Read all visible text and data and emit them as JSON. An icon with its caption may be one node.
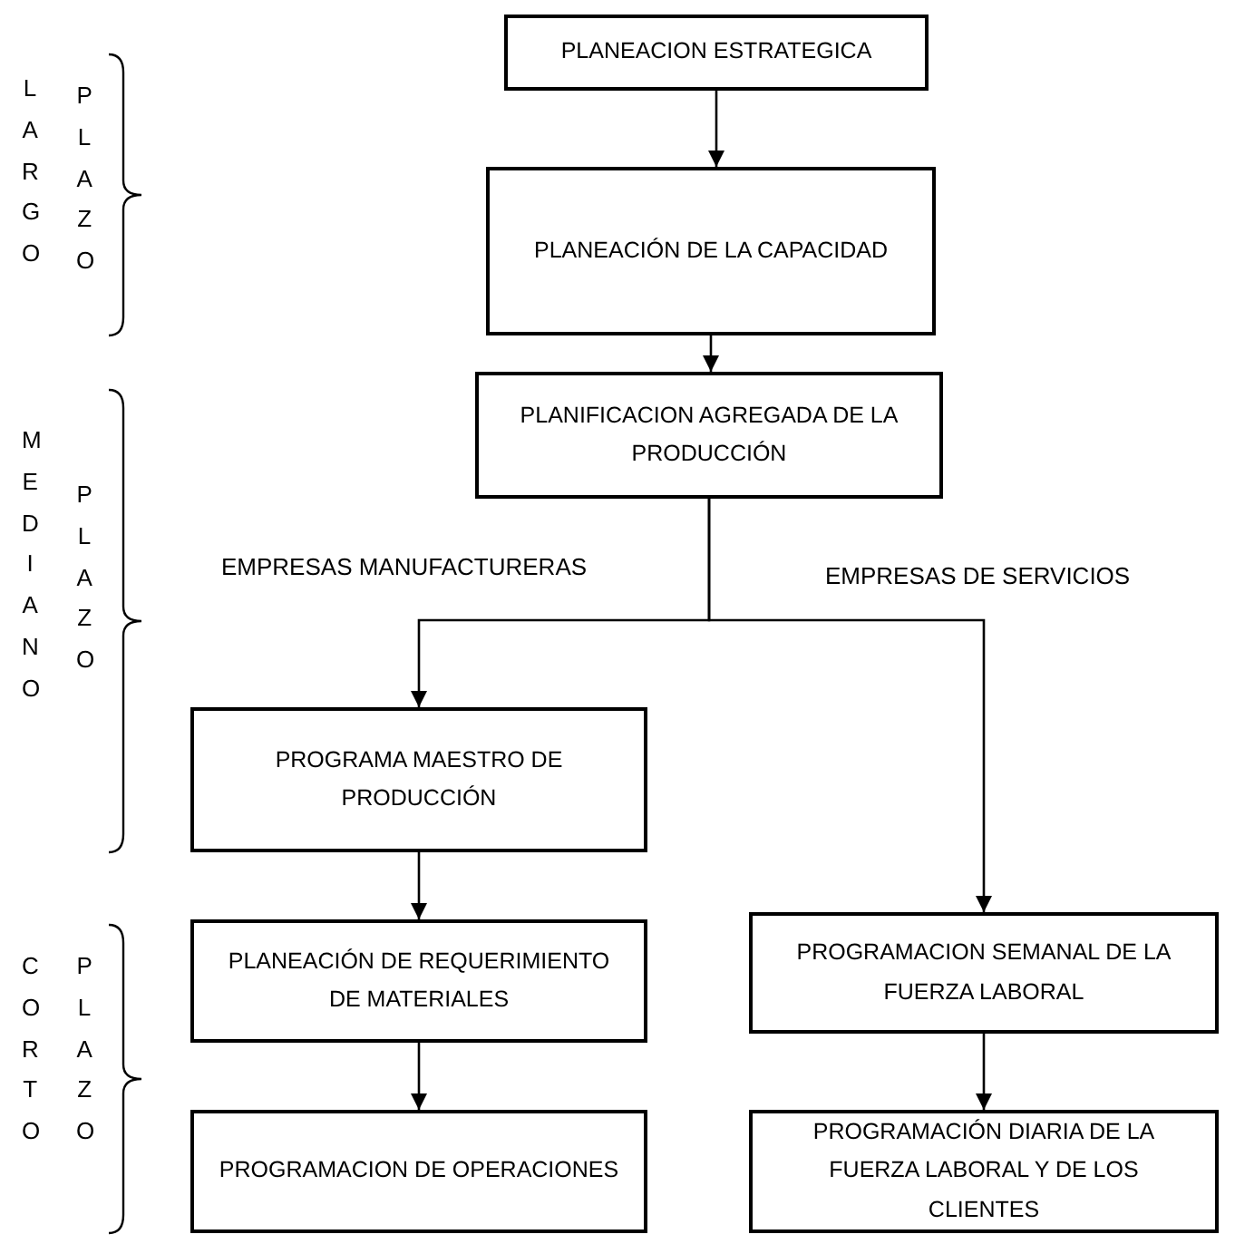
{
  "diagram": {
    "nodes": [
      {
        "text": [
          "PLANEACION ESTRATEGICA"
        ]
      },
      {
        "text": [
          "PLANEACIÓN DE LA CAPACIDAD"
        ]
      },
      {
        "text": [
          "PLANIFICACION AGREGADA DE LA PRODUCCIÓN"
        ]
      },
      {
        "text": [
          "PROGRAMA MAESTRO DE PRODUCCIÓN"
        ]
      },
      {
        "text": [
          "PLANEACIÓN DE REQUERIMIENTO DE MATERIALES"
        ]
      },
      {
        "text": [
          "PROGRAMACION DE OPERACIONES"
        ]
      },
      {
        "text": [
          "PROGRAMACION SEMANAL DE LA FUERZA LABORAL"
        ]
      },
      {
        "text": [
          "PROGRAMACIÓN DIARIA DE LA FUERZA LABORAL Y DE LOS CLIENTES"
        ]
      }
    ],
    "edges": [
      {
        "from": 0,
        "to": 1,
        "arrow": "to"
      },
      {
        "from": 1,
        "to": 2,
        "arrow": "to"
      },
      {
        "from": 2,
        "to": 3,
        "arrow": "to"
      },
      {
        "from": 2,
        "to": 6,
        "arrow": "to"
      },
      {
        "from": 3,
        "to": 4,
        "arrow": "to"
      },
      {
        "from": 4,
        "to": 5,
        "arrow": "to"
      },
      {
        "from": 6,
        "to": 7,
        "arrow": "to"
      }
    ],
    "labels": [
      "LARGO",
      "PLAZO",
      "MEDIANO",
      "PLAZO",
      "EMPRESAS MANUFACTURERAS",
      "EMPRESAS DE SERVICIOS",
      "CORTO",
      "PLAZO"
    ]
  }
}
